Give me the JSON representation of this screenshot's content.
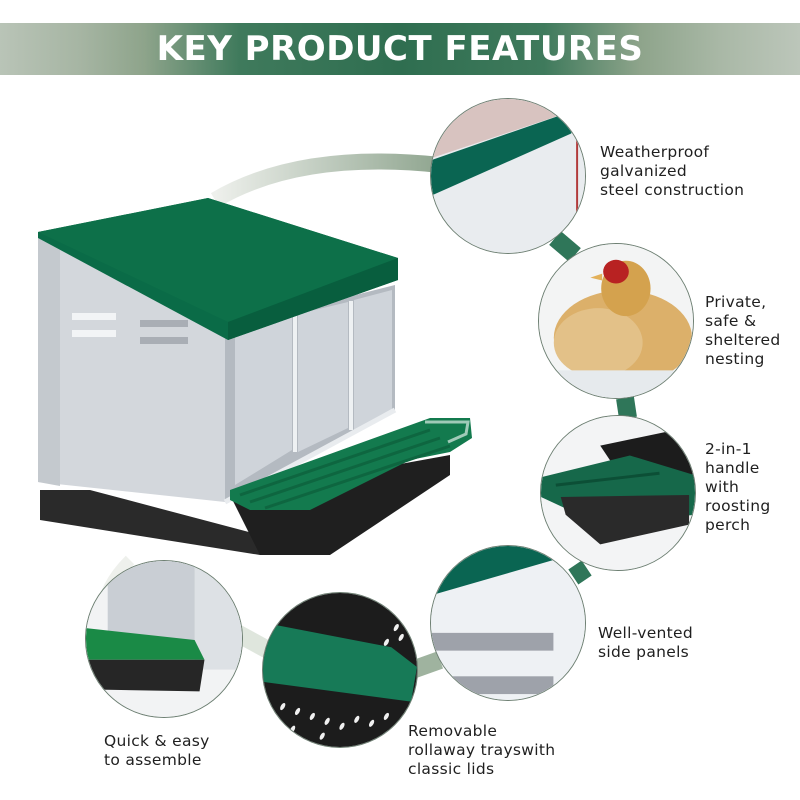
{
  "banner": {
    "title": "KEY PRODUCT FEATURES"
  },
  "colors": {
    "banner_center": "#2f6e50",
    "banner_edge": "#bcc6ba",
    "roof_green": "#0a6b47",
    "lid_green": "#137a4e",
    "steel": "#d6dadf",
    "tray_black": "#1f1f1f",
    "connector_green": "#2f7659"
  },
  "features": [
    {
      "id": "steel",
      "lines": [
        "Weatherproof",
        "galvanized",
        "steel construction"
      ]
    },
    {
      "id": "nesting",
      "lines": [
        "Private,",
        "safe &",
        "sheltered",
        "nesting"
      ]
    },
    {
      "id": "handle",
      "lines": [
        "2-in-1",
        "handle",
        "with",
        "roosting",
        "perch"
      ]
    },
    {
      "id": "vented",
      "lines": [
        "Well-vented",
        "side panels"
      ]
    },
    {
      "id": "trays",
      "lines": [
        "Removable",
        "rollaway trayswith",
        "classic lids"
      ]
    },
    {
      "id": "assemble",
      "lines": [
        "Quick & easy",
        "to assemble"
      ]
    }
  ]
}
